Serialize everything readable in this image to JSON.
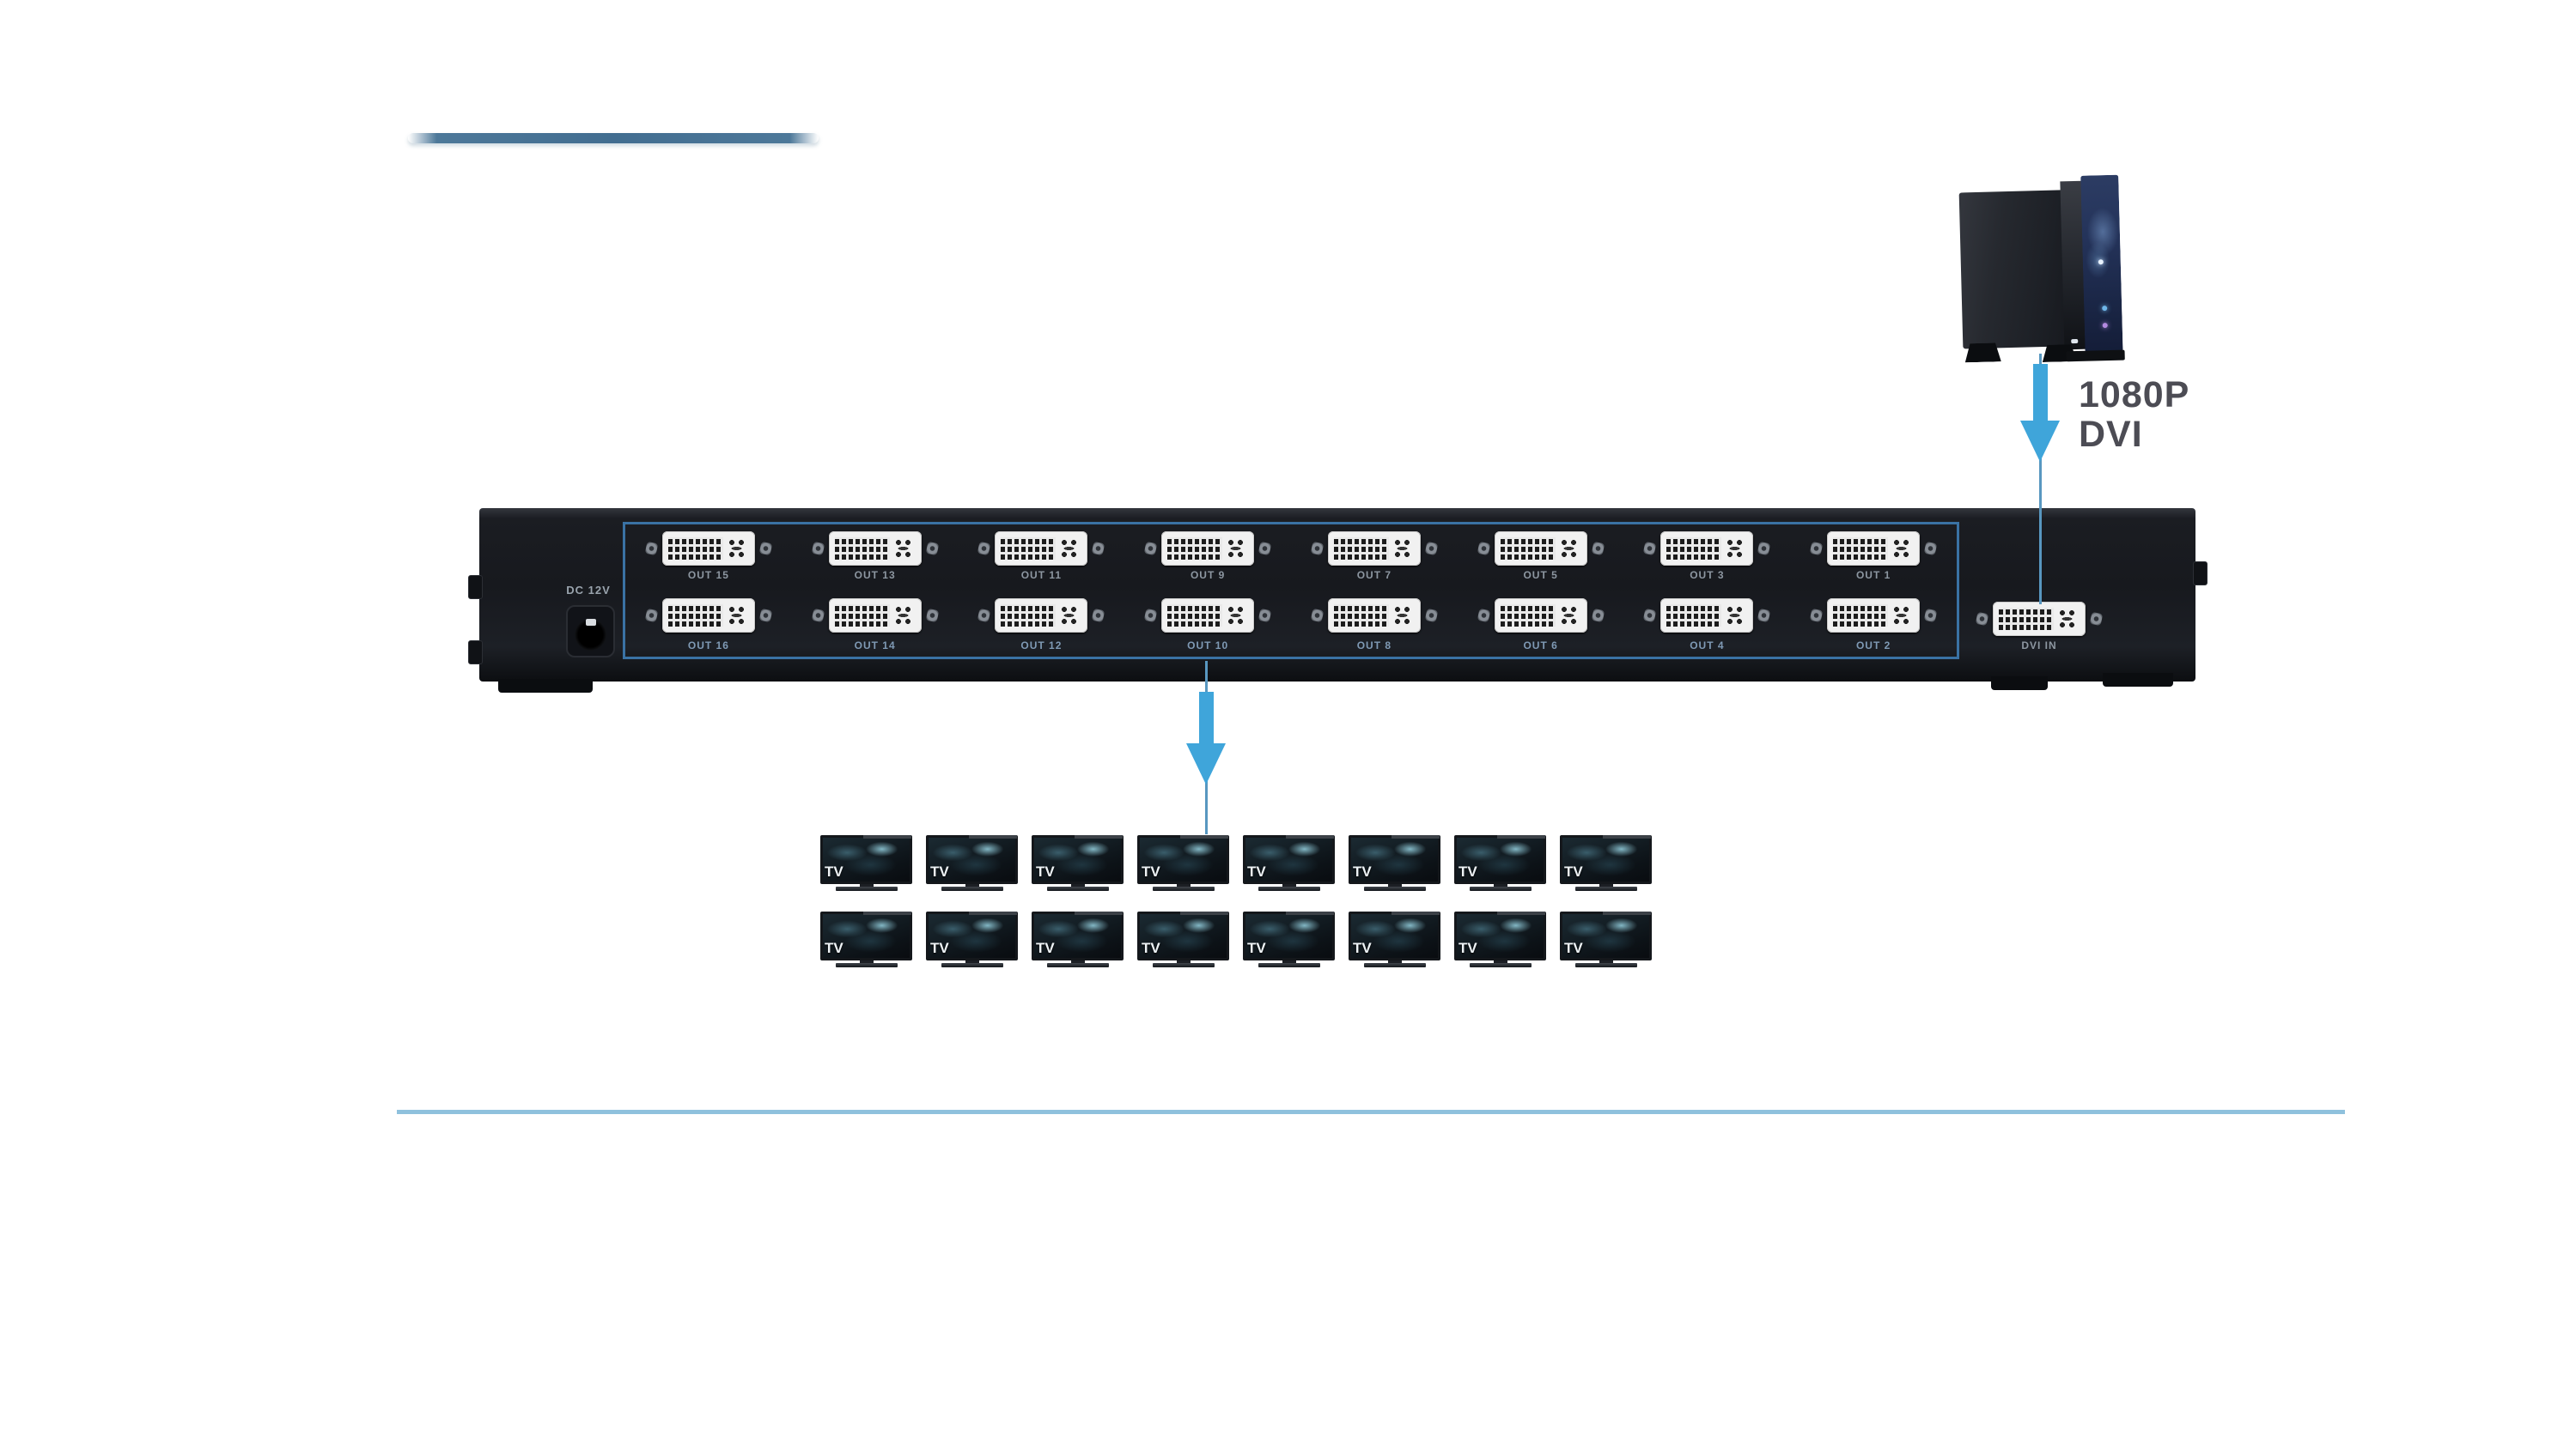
{
  "source": {
    "label_line1": "1080P",
    "label_line2": "DVI"
  },
  "device": {
    "power_label": "DC 12V",
    "dvi_in_label": "DVI IN",
    "output_labels_top": [
      "OUT 15",
      "OUT 13",
      "OUT 11",
      "OUT 9",
      "OUT 7",
      "OUT 5",
      "OUT 3",
      "OUT 1"
    ],
    "output_labels_bottom": [
      "OUT 16",
      "OUT 14",
      "OUT 12",
      "OUT 10",
      "OUT 8",
      "OUT 6",
      "OUT 4",
      "OUT 2"
    ]
  },
  "displays": {
    "label": "TV",
    "count": 16,
    "rows": 2,
    "columns": 8
  },
  "colors": {
    "arrow": "#3fa5da",
    "outputs_box_border": "#3a72a4",
    "top_divider": "#4d7899",
    "bottom_divider": "#8fc1dd",
    "port_label_text": "#8d97a1",
    "annotation_text": "#4c4c54"
  }
}
